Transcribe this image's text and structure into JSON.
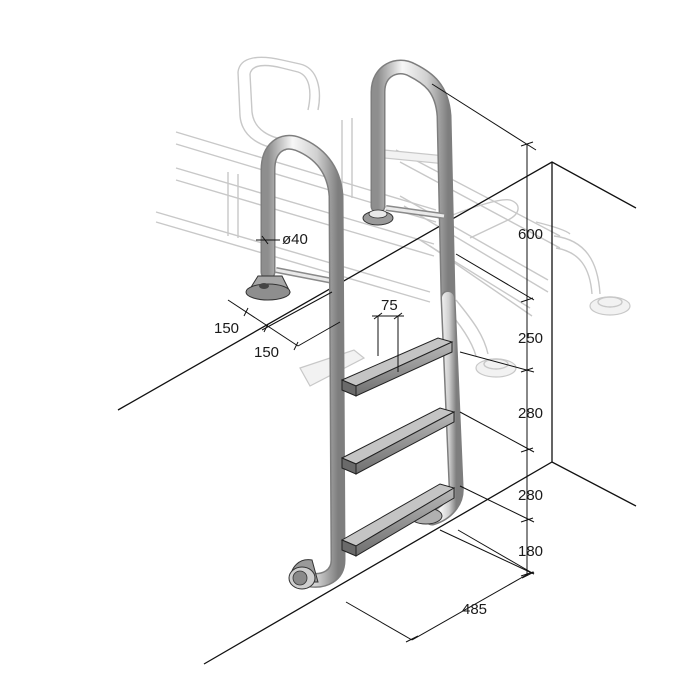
{
  "diagram": {
    "dimensions": {
      "tube_diameter": "ø40",
      "anchor_spacing_a": "150",
      "anchor_spacing_b": "150",
      "step_offset": "75",
      "handrail_height": "600",
      "top_step_gap": "250",
      "step_pitch_1": "280",
      "step_pitch_2": "280",
      "bottom_clearance": "180",
      "ladder_width": "485"
    },
    "colors": {
      "tube_light": "#f4f4f4",
      "tube_dark": "#9a9a9a",
      "step_fill": "#8c8c8c",
      "step_top": "#b5b5b5",
      "ghost_stroke": "#c8c8c8",
      "dimension_line": "#111111"
    }
  }
}
